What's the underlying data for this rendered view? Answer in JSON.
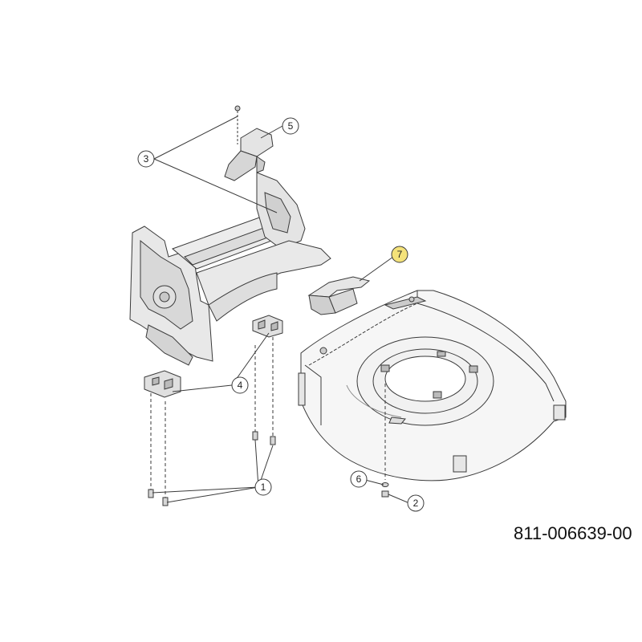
{
  "diagram": {
    "part_number": "811-006639-00",
    "callouts": [
      {
        "id": "1",
        "label": "1"
      },
      {
        "id": "2",
        "label": "2"
      },
      {
        "id": "3",
        "label": "3"
      },
      {
        "id": "4",
        "label": "4"
      },
      {
        "id": "5",
        "label": "5"
      },
      {
        "id": "6",
        "label": "6"
      },
      {
        "id": "7",
        "label": "7",
        "highlight_color": "#f4e27a"
      }
    ],
    "colors": {
      "line": "#3a3a3a",
      "part_fill": "#eeeeee",
      "part_shade": "#cfcfcf",
      "deck_fill": "#f6f6f6"
    }
  }
}
